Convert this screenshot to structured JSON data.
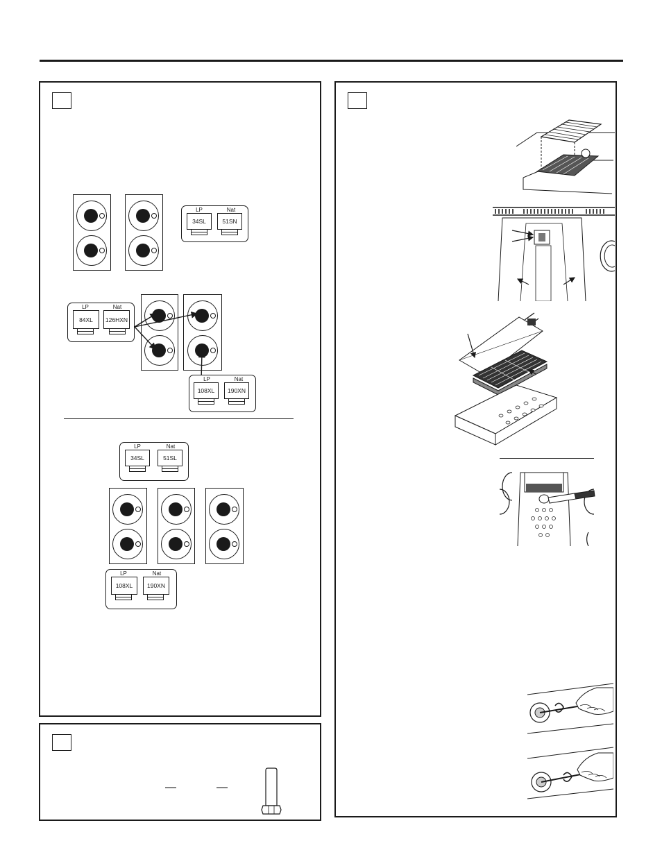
{
  "steps": {
    "left_top": "",
    "left_bottom": "",
    "right": ""
  },
  "orifice_sets": {
    "top": {
      "lp_header": "LP",
      "nat_header": "Nat",
      "lp": "34SL",
      "nat": "51SN"
    },
    "middle_left": {
      "lp_header": "LP",
      "nat_header": "Nat",
      "lp": "84XL",
      "nat": "126HXN"
    },
    "middle_right": {
      "lp_header": "LP",
      "nat_header": "Nat",
      "lp": "108XL",
      "nat": "190XN"
    },
    "lower_top": {
      "lp_header": "LP",
      "nat_header": "Nat",
      "lp": "34SL",
      "nat": "51SL"
    },
    "lower_bottom": {
      "lp_header": "LP",
      "nat_header": "Nat",
      "lp": "108XL",
      "nat": "190XN"
    }
  },
  "bottom_panel": {
    "dash_1": "—",
    "dash_2": "—"
  },
  "icons": [
    "burner-grate-diagram",
    "orifice-fitting-icon",
    "grill-grate-illustration",
    "igniter-illustration",
    "griddle-assembly-illustration",
    "burner-bowl-wrench-illustration",
    "hand-cleaning-port-illustration"
  ]
}
